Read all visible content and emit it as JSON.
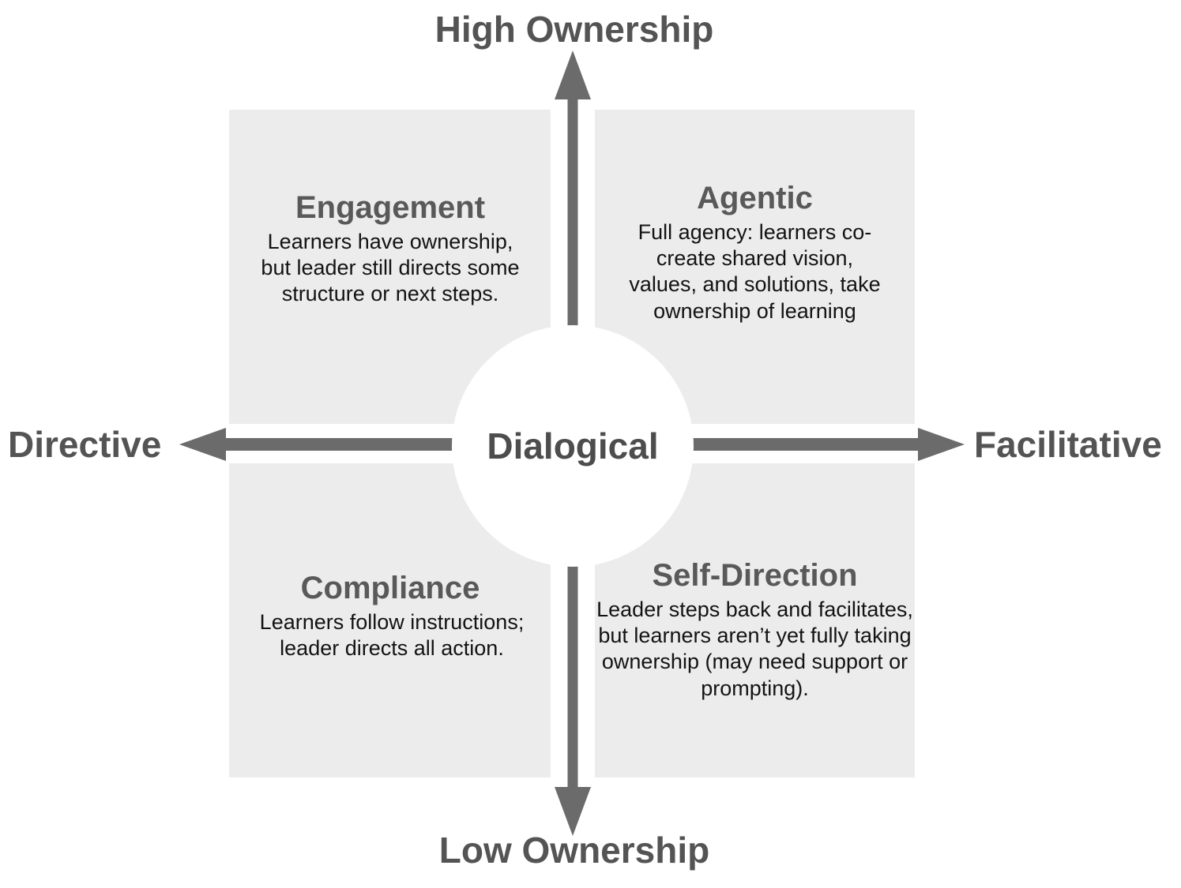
{
  "diagram": {
    "type": "quadrant-matrix",
    "axes": {
      "top": "High Ownership",
      "bottom": "Low Ownership",
      "left": "Directive",
      "right": "Facilitative"
    },
    "center": {
      "label": "Dialogical"
    },
    "quadrants": [
      {
        "position": "top-left",
        "title": "Engagement",
        "description": "Learners have ownership, but leader still directs some structure or next steps."
      },
      {
        "position": "top-right",
        "title": "Agentic",
        "description": "Full agency: learners co-create shared vision, values, and solutions, take ownership of learning"
      },
      {
        "position": "bottom-left",
        "title": "Compliance",
        "description": "Learners follow instructions; leader directs all action."
      },
      {
        "position": "bottom-right",
        "title": "Self-Direction",
        "description": "Leader steps back and facilitates, but learners aren’t yet fully taking ownership (may need support or prompting)."
      }
    ],
    "colors": {
      "quadrant_fill": "#ececec",
      "arrow": "#6b6b6b",
      "quadrant_title": "#595959",
      "axis_label": "#545454",
      "center_label": "#4d4d4d",
      "body_text": "#131313",
      "background": "#ffffff"
    }
  }
}
